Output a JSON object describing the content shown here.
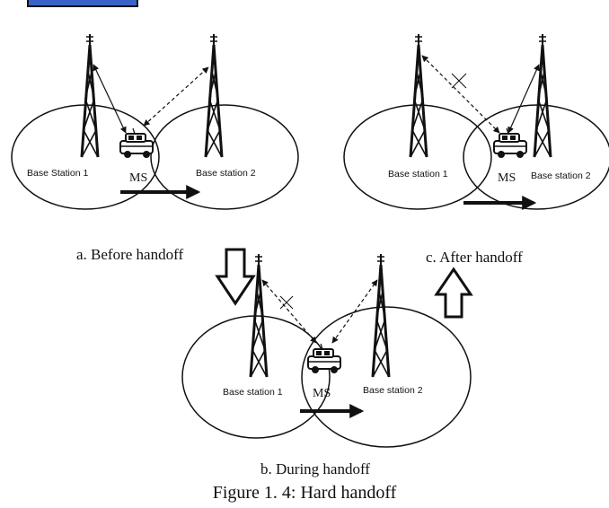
{
  "figure": {
    "caption": "Figure 1. 4: Hard handoff"
  },
  "panels": {
    "before": {
      "caption": "a. Before handoff",
      "station1": "Base Station 1",
      "station2": "Base station 2",
      "mobile": "MS"
    },
    "during": {
      "caption": "b. During handoff",
      "station1": "Base station 1",
      "station2": "Base station 2",
      "mobile": "MS"
    },
    "after": {
      "caption": "c. After handoff",
      "station1": "Base station 1",
      "station2": "Base station 2",
      "mobile": "MS"
    }
  },
  "colors": {
    "ink": "#111111",
    "tag_fill": "#3a63c8",
    "background": "#ffffff"
  },
  "icons": [
    "antenna-tower-icon",
    "car-icon",
    "down-arrow-icon",
    "up-arrow-icon",
    "cross-icon"
  ]
}
